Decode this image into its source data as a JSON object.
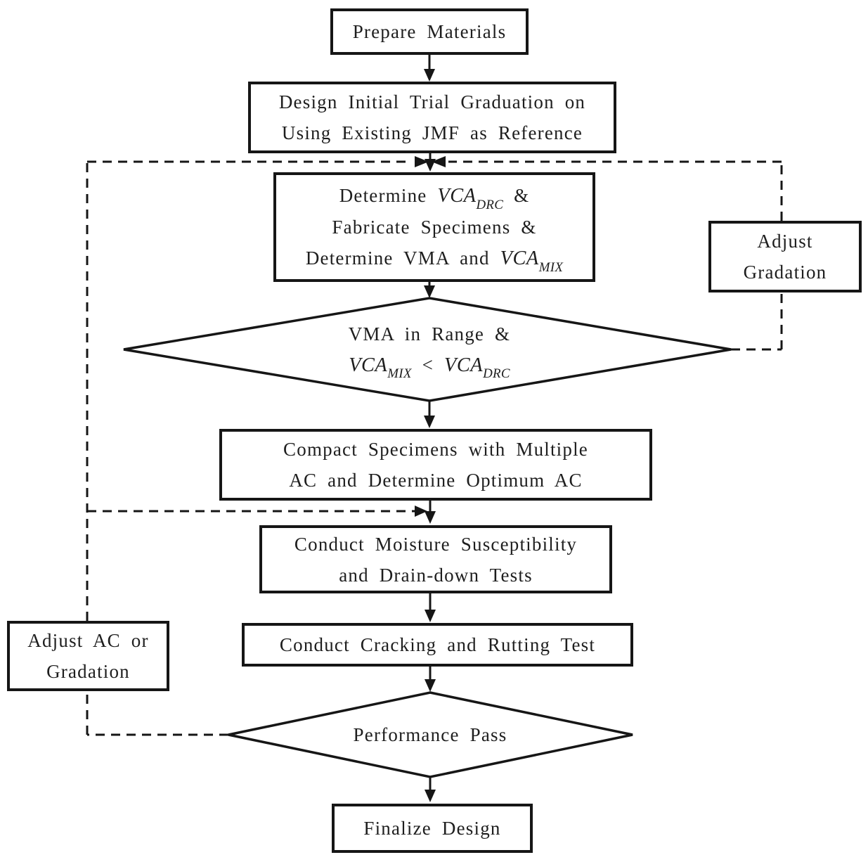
{
  "diagram": {
    "title": "Mix design flowchart",
    "colors": {
      "line": "#161616",
      "text": "#1e1e1e",
      "background": "#ffffff",
      "node_fill": "#ffffff"
    },
    "nodes": {
      "prepare_materials": {
        "type": "process",
        "lines": [
          [
            {
              "t": "Prepare Materials"
            }
          ]
        ]
      },
      "design_initial_trial": {
        "type": "process",
        "lines": [
          [
            {
              "t": "Design Initial Trial Graduation on"
            }
          ],
          [
            {
              "t": "Using Existing JMF as Reference"
            }
          ]
        ]
      },
      "determine_vca": {
        "type": "process",
        "lines": [
          [
            {
              "t": "Determine "
            },
            {
              "t": "VCA",
              "i": true
            },
            {
              "t": "DRC",
              "i": true,
              "sub": true
            },
            {
              "t": " &"
            }
          ],
          [
            {
              "t": "Fabricate Specimens &"
            }
          ],
          [
            {
              "t": "Determine VMA and "
            },
            {
              "t": "VCA",
              "i": true
            },
            {
              "t": "MIX",
              "i": true,
              "sub": true
            }
          ]
        ]
      },
      "vma_decision": {
        "type": "decision",
        "lines": [
          [
            {
              "t": "VMA in Range &"
            }
          ],
          [
            {
              "t": "VCA",
              "i": true
            },
            {
              "t": "MIX",
              "i": true,
              "sub": true
            },
            {
              "t": " < "
            },
            {
              "t": "VCA",
              "i": true
            },
            {
              "t": "DRC",
              "i": true,
              "sub": true
            }
          ]
        ]
      },
      "compact_specimens": {
        "type": "process",
        "lines": [
          [
            {
              "t": "Compact Specimens with Multiple"
            }
          ],
          [
            {
              "t": "AC and Determine Optimum AC"
            }
          ]
        ]
      },
      "moisture_tests": {
        "type": "process",
        "lines": [
          [
            {
              "t": "Conduct Moisture Susceptibility"
            }
          ],
          [
            {
              "t": "and Drain-down Tests"
            }
          ]
        ]
      },
      "cracking_rutting": {
        "type": "process",
        "lines": [
          [
            {
              "t": "Conduct Cracking and Rutting Test"
            }
          ]
        ]
      },
      "performance_pass": {
        "type": "decision",
        "lines": [
          [
            {
              "t": "Performance Pass"
            }
          ]
        ]
      },
      "finalize_design": {
        "type": "process",
        "lines": [
          [
            {
              "t": "Finalize Design"
            }
          ]
        ]
      },
      "adjust_gradation": {
        "type": "process",
        "lines": [
          [
            {
              "t": "Adjust"
            }
          ],
          [
            {
              "t": "Gradation"
            }
          ]
        ]
      },
      "adjust_ac_or_gradation": {
        "type": "process",
        "lines": [
          [
            {
              "t": "Adjust AC or"
            }
          ],
          [
            {
              "t": "Gradation"
            }
          ]
        ]
      }
    },
    "edges": [
      {
        "from": "prepare_materials",
        "to": "design_initial_trial",
        "style": "solid"
      },
      {
        "from": "design_initial_trial",
        "to": "determine_vca",
        "style": "solid"
      },
      {
        "from": "determine_vca",
        "to": "vma_decision",
        "style": "solid"
      },
      {
        "from": "vma_decision",
        "to": "compact_specimens",
        "style": "solid"
      },
      {
        "from": "compact_specimens",
        "to": "moisture_tests",
        "style": "solid"
      },
      {
        "from": "moisture_tests",
        "to": "cracking_rutting",
        "style": "solid"
      },
      {
        "from": "cracking_rutting",
        "to": "performance_pass",
        "style": "solid"
      },
      {
        "from": "performance_pass",
        "to": "finalize_design",
        "style": "solid"
      },
      {
        "from": "vma_decision",
        "to": "adjust_gradation",
        "style": "dashed"
      },
      {
        "from": "adjust_gradation",
        "to": "determine_vca",
        "style": "dashed"
      },
      {
        "from": "performance_pass",
        "to": "adjust_ac_or_gradation",
        "style": "dashed"
      },
      {
        "from": "adjust_ac_or_gradation",
        "to": "moisture_tests",
        "style": "dashed"
      },
      {
        "from": "adjust_ac_or_gradation",
        "to": "determine_vca",
        "style": "dashed"
      }
    ]
  }
}
